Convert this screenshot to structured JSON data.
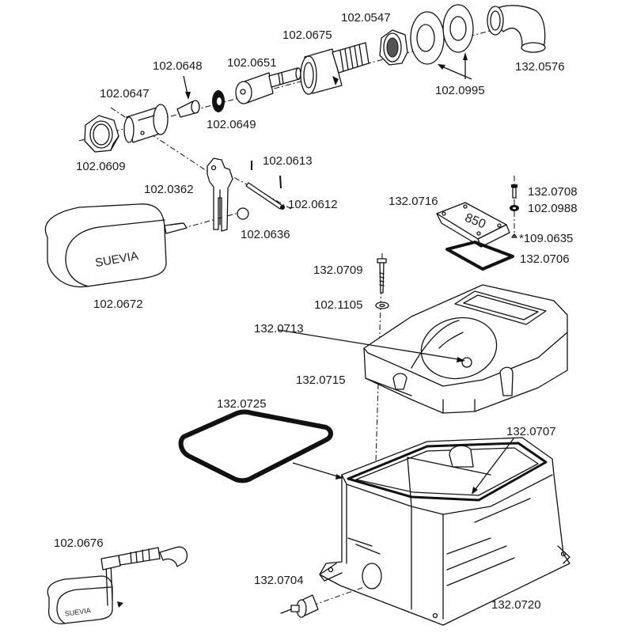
{
  "diagram": {
    "title": "Exploded parts view",
    "float_brand": "SUEVIA",
    "cover_marking": "850",
    "parts": {
      "p1020609": "102.0609",
      "p1020647": "102.0647",
      "p1020648": "102.0648",
      "p1020651": "102.0651",
      "p1020649": "102.0649",
      "p1020675": "102.0675",
      "p1020547": "102.0547",
      "p1020995": "102.0995",
      "p1320576": "132.0576",
      "p1020613": "102.0613",
      "p1020362": "102.0362",
      "p1020612": "102.0612",
      "p1020636": "102.0636",
      "p1020672": "102.0672",
      "p1320716": "132.0716",
      "p1320708": "132.0708",
      "p1020988": "102.0988",
      "p1090635": "*109.0635",
      "p1320706": "132.0706",
      "p1320709": "132.0709",
      "p1021105": "102.1105",
      "p1320713": "132.0713",
      "p1320715": "132.0715",
      "p1320725": "132.0725",
      "p1320707": "132.0707",
      "p1020676": "102.0676",
      "p1320704": "132.0704",
      "p1320720": "132.0720"
    }
  }
}
